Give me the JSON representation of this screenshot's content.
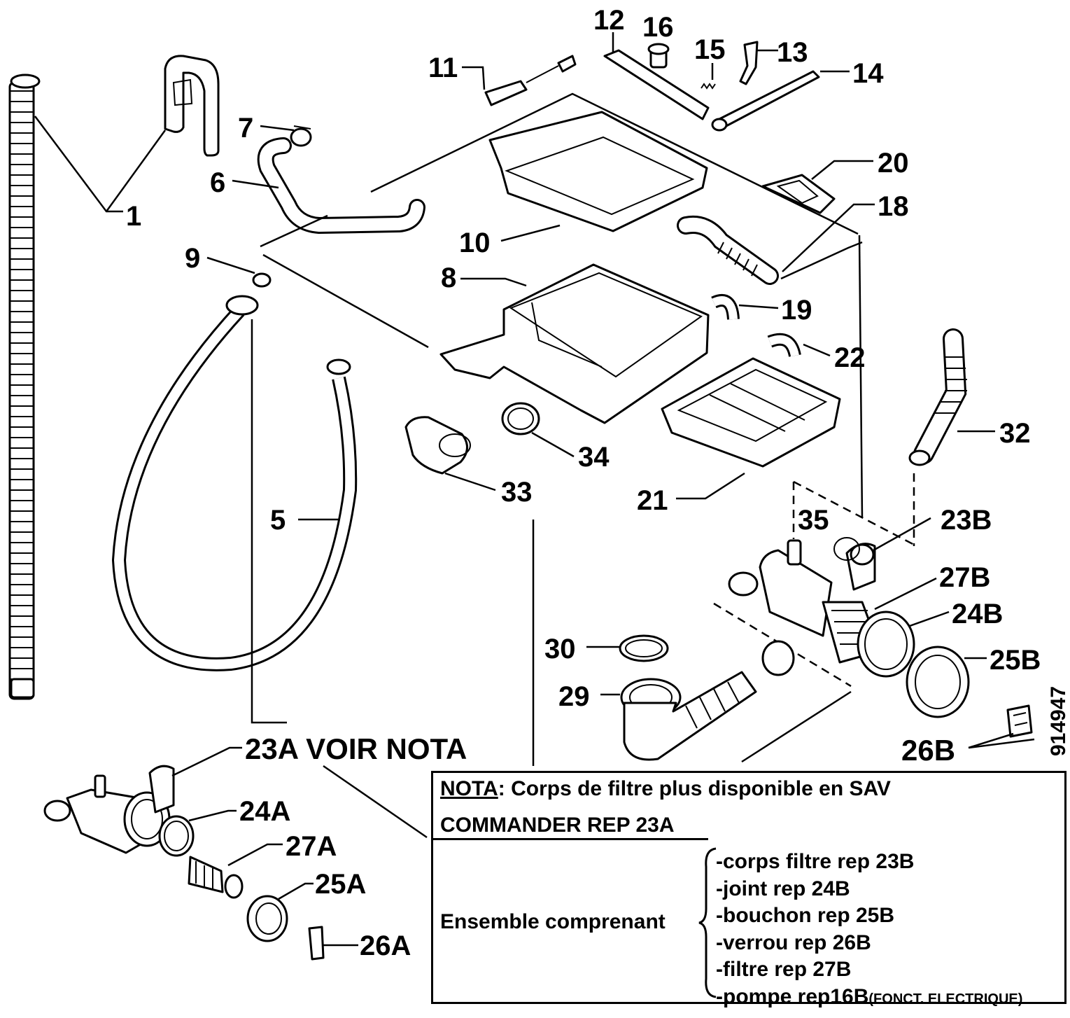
{
  "diagram": {
    "ref_code": "914947",
    "labels": {
      "l1": "1",
      "l5": "5",
      "l6": "6",
      "l7": "7",
      "l8": "8",
      "l9": "9",
      "l10": "10",
      "l11": "11",
      "l12": "12",
      "l13": "13",
      "l14": "14",
      "l15": "15",
      "l16": "16",
      "l18": "18",
      "l19": "19",
      "l20": "20",
      "l21": "21",
      "l22": "22",
      "l23a": "23A VOIR NOTA",
      "l23b": "23B",
      "l24a": "24A",
      "l24b": "24B",
      "l25a": "25A",
      "l25b": "25B",
      "l26a": "26A",
      "l26b": "26B",
      "l27a": "27A",
      "l27b": "27B",
      "l29": "29",
      "l30": "30",
      "l32": "32",
      "l33": "33",
      "l34": "34",
      "l35": "35"
    }
  },
  "nota": {
    "title_word": "NOTA",
    "title_rest": ": Corps de filtre plus disponible en SAV",
    "order_line": "COMMANDER REP 23A",
    "ensemble_label": "Ensemble comprenant",
    "items": [
      "-corps filtre rep 23B",
      "-joint rep 24B",
      "-bouchon rep 25B",
      "-verrou rep 26B",
      "-filtre rep 27B",
      "-pompe rep16B"
    ],
    "pump_note": "(FONCT. ELECTRIQUE)"
  }
}
